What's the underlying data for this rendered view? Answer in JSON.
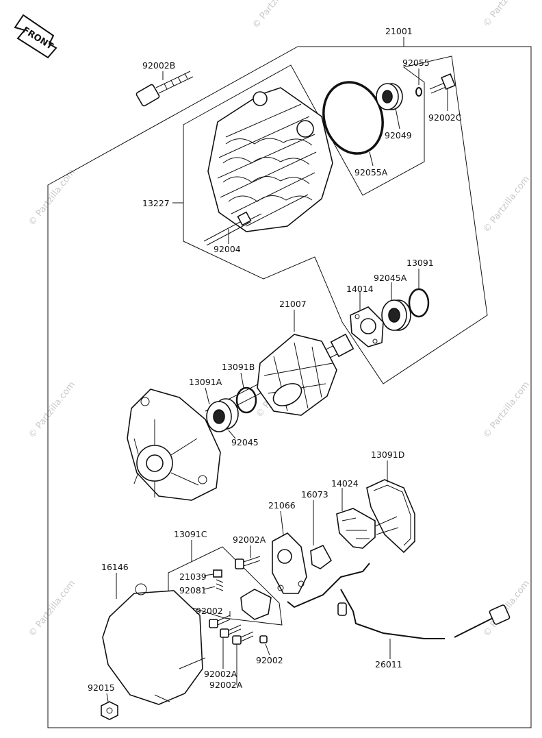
{
  "watermark": "© Partzilla.com",
  "front_badge": "FRONT",
  "parts": {
    "p21001": "21001",
    "p92002B": "92002B",
    "p92055": "92055",
    "p92002C": "92002C",
    "p92049": "92049",
    "p92055A": "92055A",
    "p13227": "13227",
    "p92004": "92004",
    "p13091": "13091",
    "p92045A": "92045A",
    "p14014": "14014",
    "p21007": "21007",
    "p13091B": "13091B",
    "p13091A": "13091A",
    "p92045": "92045",
    "p13091D": "13091D",
    "p14024": "14024",
    "p16073": "16073",
    "p21066": "21066",
    "p13091C": "13091C",
    "p92002A_top": "92002A",
    "p21039": "21039",
    "p92081": "92081",
    "p16146": "16146",
    "p92002_left": "92002",
    "p92002_right": "92002",
    "p92002A_a": "92002A",
    "p92002A_b": "92002A",
    "p26011": "26011",
    "p92015": "92015"
  }
}
